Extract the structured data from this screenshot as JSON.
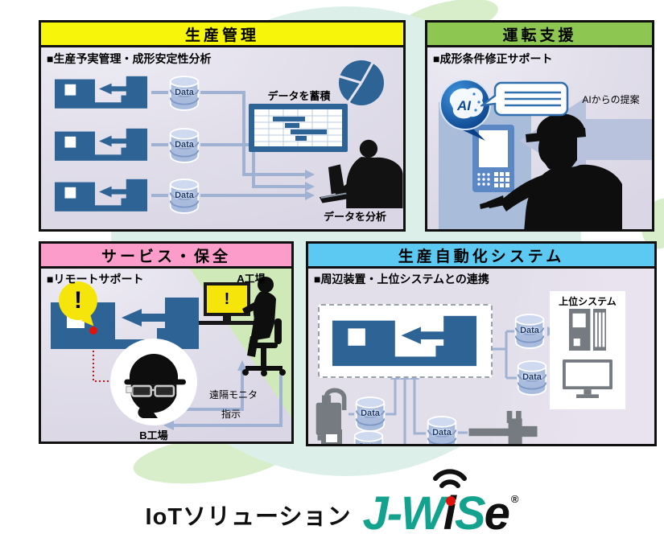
{
  "labels": {
    "data": "Data"
  },
  "panel_production": {
    "title": "生産管理",
    "subtitle": "■生産予実管理・成形安定性分析",
    "accumulate": "データを蓄積",
    "analyze": "データを分析"
  },
  "panel_operation": {
    "title": "運転支援",
    "subtitle": "■成形条件修正サポート",
    "ai": "AI",
    "suggestion": "AIからの提案"
  },
  "panel_service": {
    "title": "サービス・保全",
    "subtitle": "■リモートサポート",
    "factory_a": "A工場",
    "factory_b": "B工場",
    "remote_monitor": "遠隔モニタ",
    "instruction": "指示",
    "alert": "!"
  },
  "panel_automation": {
    "title": "生産自動化システム",
    "subtitle": "■周辺装置・上位システムとの連携",
    "host_system": "上位システム"
  },
  "footer": {
    "prefix": "IoTソリューション",
    "brand_jw": "J-W",
    "brand_i": "i",
    "brand_s": "S",
    "brand_e": "e",
    "registered": "®"
  },
  "colors": {
    "header_production": "#f7f50a",
    "header_operation": "#8dc751",
    "header_service": "#fb9cca",
    "header_automation": "#5cc9f2",
    "machine_blue": "#2e6396",
    "connector": "#9fb2d4",
    "equipment_gray": "#757b80",
    "brand_teal": "#13a28e",
    "brand_red": "#e11309"
  }
}
